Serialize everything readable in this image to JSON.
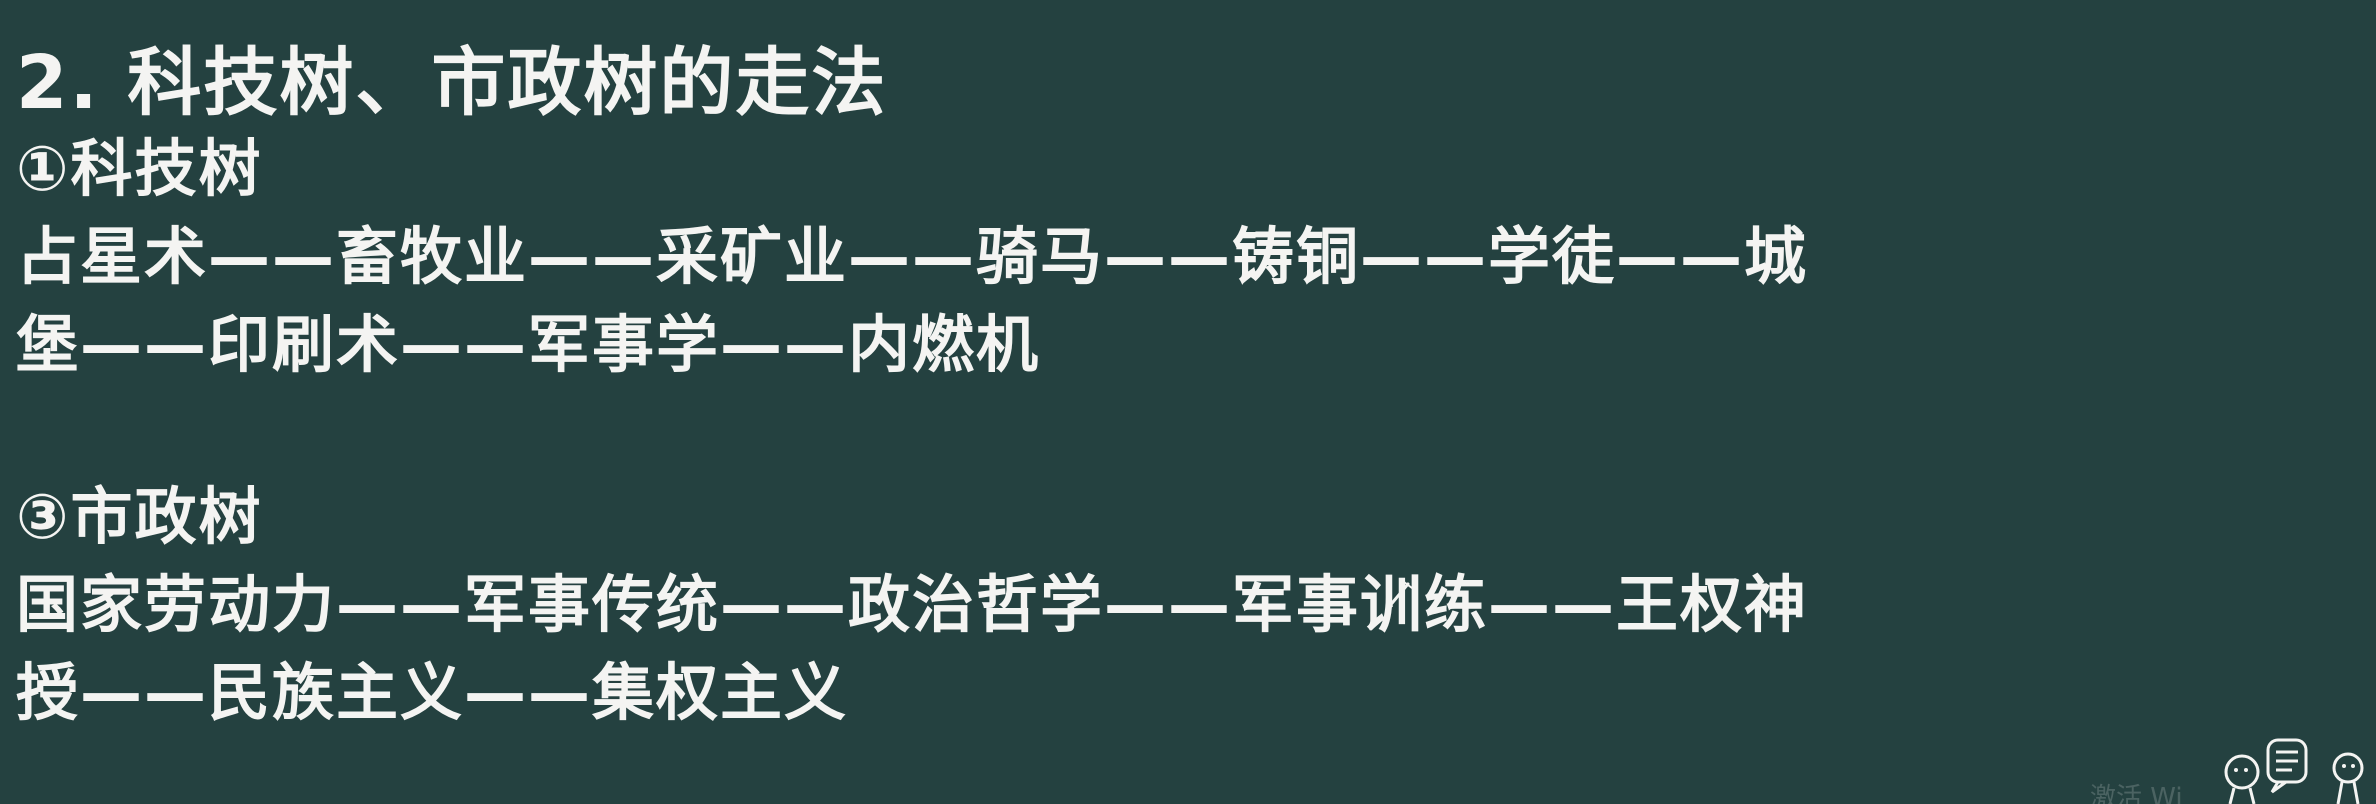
{
  "slide": {
    "title": "2. 科技树、市政树的走法",
    "tech_heading": "①科技树",
    "tech_line_1": "占星术——畜牧业——采矿业——骑马——铸铜——学徒——城",
    "tech_line_2": "堡——印刷术——军事学——内燃机",
    "civic_heading": "③市政树",
    "civic_line_1": "国家劳动力——军事传统——政治哲学——军事训练——王权神",
    "civic_line_2": "授——民族主义——集权主义"
  },
  "overlay": {
    "watermark": "激活 Wi"
  },
  "colors": {
    "board": "#244140",
    "chalk": "#f4f4f2"
  },
  "icons": [
    "pen-cursor-icon",
    "mascot-doodle-icon"
  ]
}
